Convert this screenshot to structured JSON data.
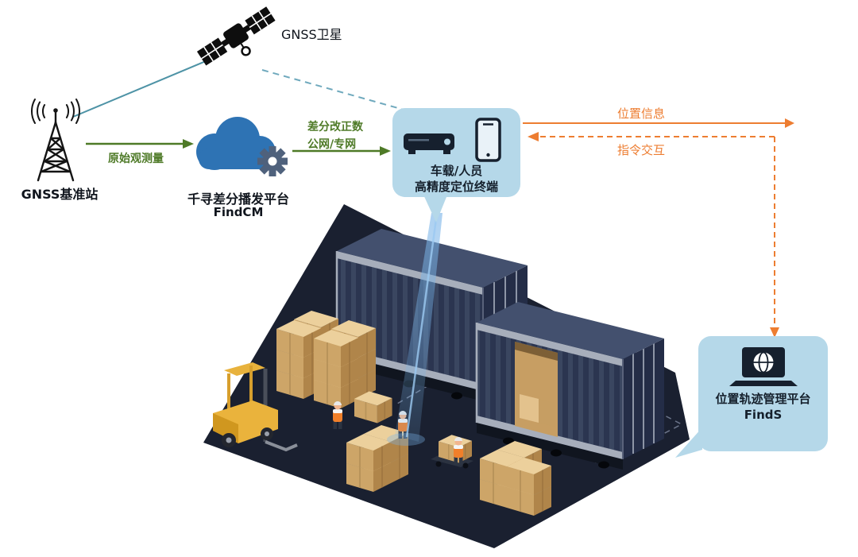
{
  "diagram": {
    "satellite": {
      "label": "GNSS卫星"
    },
    "base_station": {
      "label": "GNSS基准站"
    },
    "cloud": {
      "name": "千寻差分播发平台",
      "product": "FindCM"
    },
    "terminal": {
      "line1": "车载/人员",
      "line2": "高精度定位终端"
    },
    "management": {
      "name": "位置轨迹管理平台",
      "product": "FindS"
    },
    "flows": {
      "raw_observation": "原始观测量",
      "correction_line1": "差分改正数",
      "correction_line2": "公网/专网",
      "position_info": "位置信息",
      "command_interaction": "指令交互"
    }
  },
  "icons": {
    "satellite": "satellite-icon",
    "base_station": "radio-tower-icon",
    "cloud": "cloud-icon",
    "gear": "gear-icon",
    "receiver": "receiver-box-icon",
    "phone": "smartphone-icon",
    "laptop": "laptop-icon",
    "globe": "globe-icon"
  },
  "colors": {
    "bubble_fill": "#b5d8e9",
    "cloud_blue": "#2e73b4",
    "gear_blue_gray": "#4f617c",
    "flow_green": "#4e7a27",
    "flow_orange": "#ed7d31",
    "link_teal": "#4e93a6",
    "dark_text": "#15202c",
    "floor_dark": "#1a2030",
    "container_navy": "#2b3550",
    "crate_tan": "#cda568",
    "forklift_yellow": "#eab33c",
    "beam_blue": "#7ab4e8"
  }
}
